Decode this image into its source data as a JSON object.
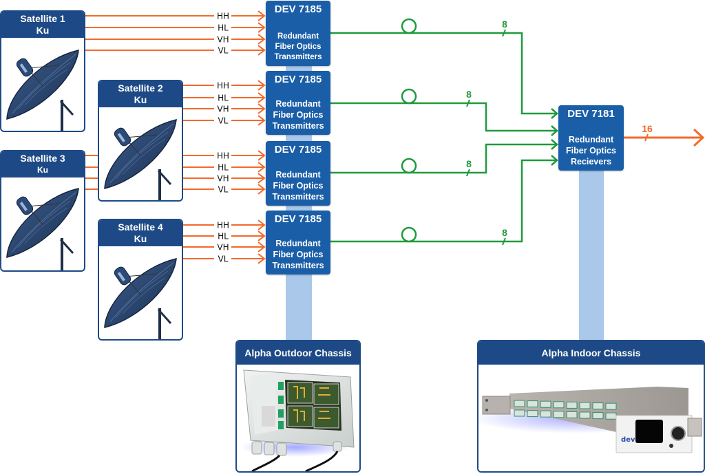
{
  "colors": {
    "rf_line": "#f26a2a",
    "fiber_line": "#1f9a3c",
    "card_header": "#1d4a86",
    "device_fill": "#1b5ea8",
    "pillar": "#a9c8ea",
    "output_line": "#f26a2a"
  },
  "satellites": [
    {
      "title": "Satellite 1",
      "band": "Ku",
      "icon": "satellite-dish-icon"
    },
    {
      "title": "Satellite 2",
      "band": "Ku",
      "icon": "satellite-dish-icon"
    },
    {
      "title": "Satellite 3",
      "band": "Ku",
      "icon": "satellite-dish-icon"
    },
    {
      "title": "Satellite 4",
      "band": "Ku",
      "icon": "satellite-dish-icon"
    }
  ],
  "polarizations": [
    "HH",
    "HL",
    "VH",
    "VL"
  ],
  "transmitters": [
    {
      "model": "DEV 7185",
      "desc": [
        "Redundant",
        "Fiber Optics",
        "Transmitters"
      ],
      "fiber_count": "8"
    },
    {
      "model": "DEV 7185",
      "desc": [
        "Redundant",
        "Fiber Optics",
        "Transmitters"
      ],
      "fiber_count": "8"
    },
    {
      "model": "DEV 7185",
      "desc": [
        "Redundant",
        "Fiber Optics",
        "Transmitters"
      ],
      "fiber_count": "8"
    },
    {
      "model": "DEV 7185",
      "desc": [
        "Redundant",
        "Fiber Optics",
        "Transmitters"
      ],
      "fiber_count": "8"
    }
  ],
  "receiver": {
    "model": "DEV 7181",
    "desc": [
      "Redundant",
      "Fiber Optics",
      "Recievers"
    ],
    "output_count": "16"
  },
  "chassis": {
    "outdoor": {
      "title": "Alpha Outdoor Chassis"
    },
    "indoor": {
      "title": "Alpha Indoor Chassis"
    }
  }
}
